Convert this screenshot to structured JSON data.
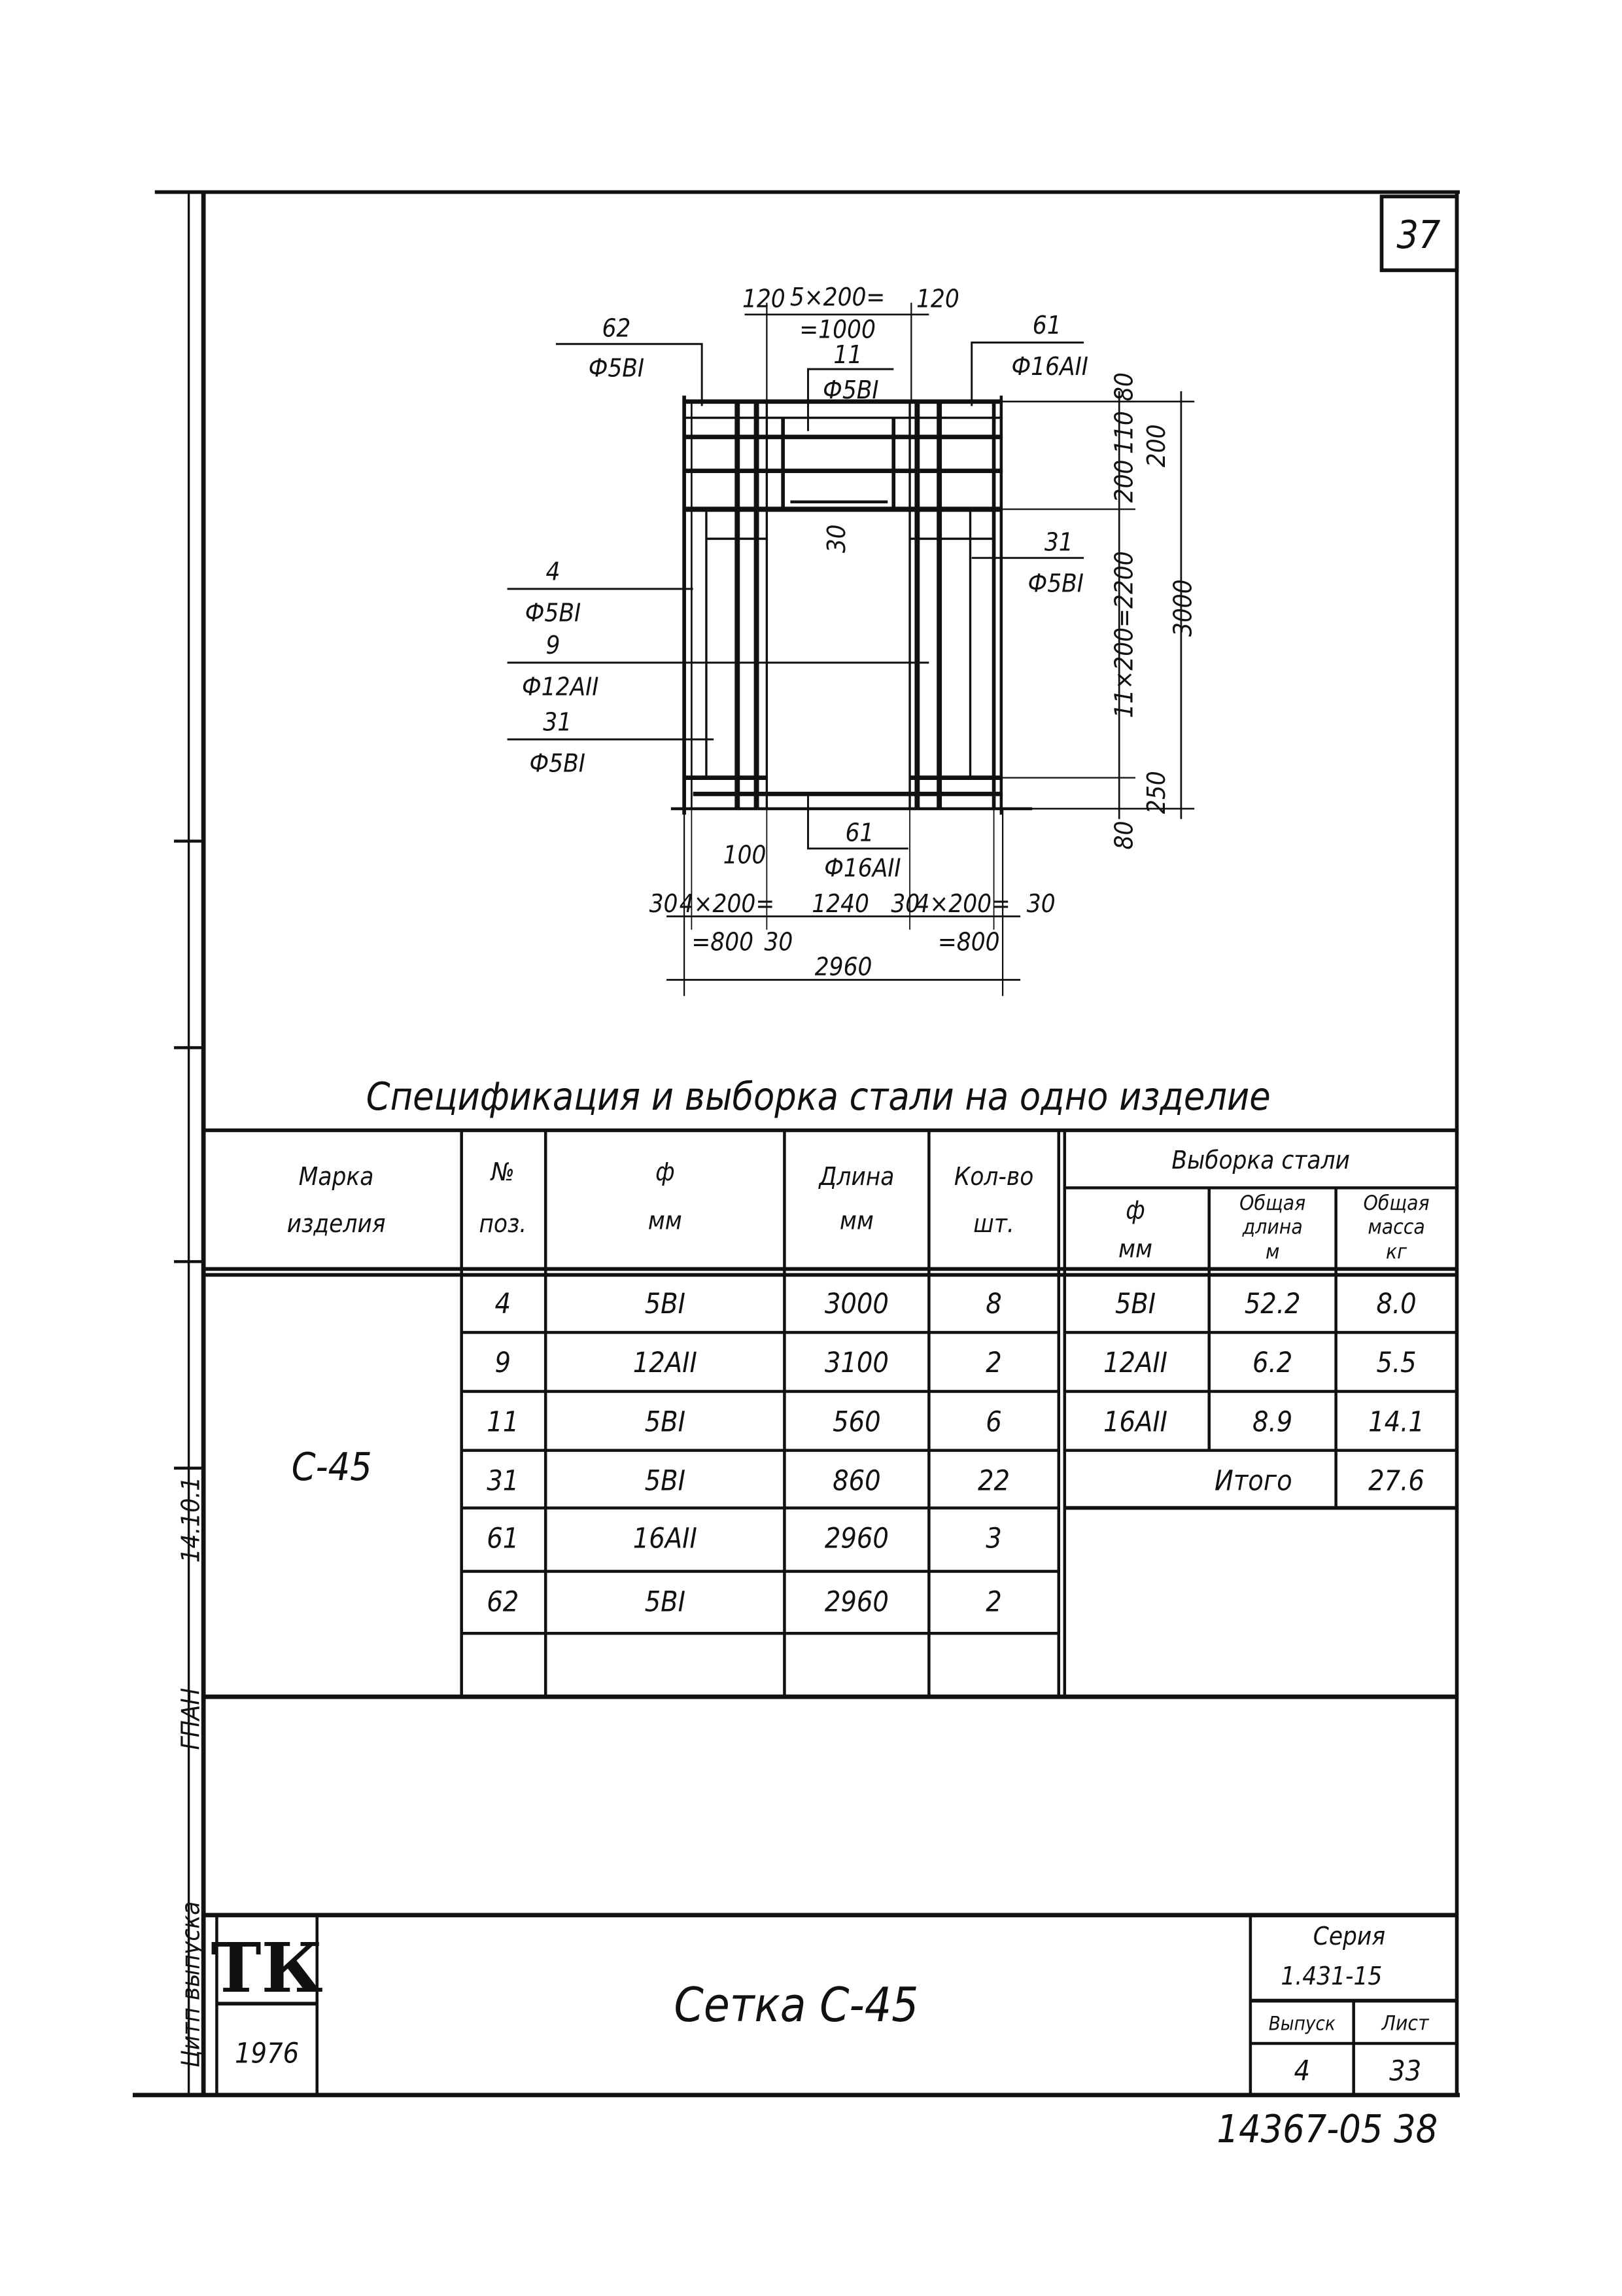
{
  "sheet_number": "37",
  "drawing": {
    "top_dims": {
      "left_edge": "120",
      "middle_a": "5×200=",
      "middle_b": "=1000",
      "right_edge": "120"
    },
    "callouts": [
      {
        "pos": "62",
        "bar": "Ф5ВI"
      },
      {
        "pos": "61",
        "bar": "Ф16АII"
      },
      {
        "pos": "11",
        "bar": "Ф5ВI"
      },
      {
        "pos": "4",
        "bar": "Ф5ВI"
      },
      {
        "pos": "9",
        "bar": "Ф12АII"
      },
      {
        "pos": "31",
        "bar": "Ф5ВI"
      },
      {
        "pos": "31",
        "bar": "Ф5ВI"
      },
      {
        "pos": "61",
        "bar": "Ф16АII"
      }
    ],
    "inner_dim": "30",
    "right_dims": {
      "top": "80",
      "second": "110",
      "third": "200",
      "fourth": "200",
      "middle": "11×200=2200",
      "lower": "250",
      "bottom": "80",
      "overall": "3000"
    },
    "bottom_dims": {
      "offset": "100",
      "left_edge": "30",
      "left_span_a": "4×200=",
      "left_span_b": "=800",
      "left_inner": "30",
      "middle": "1240",
      "right_inner": "30",
      "right_span_a": "4×200=",
      "right_span_b": "=800",
      "right_edge": "30",
      "overall": "2960"
    }
  },
  "spec_title": "Спецификация и выборка стали на одно изделие",
  "table": {
    "headers": {
      "mark": [
        "Марка",
        "изделия"
      ],
      "pos": [
        "№",
        "поз."
      ],
      "diameter": [
        "ф",
        "мм"
      ],
      "length": [
        "Длина",
        "мм"
      ],
      "qty": [
        "Кол-во",
        "шт."
      ],
      "steel": "Выборка стали",
      "steel_diameter": [
        "ф",
        "мм"
      ],
      "total_length": [
        "Общая",
        "длина",
        "м"
      ],
      "total_mass": [
        "Общая",
        "масса",
        "кг"
      ]
    },
    "mark": "С-45",
    "rows": [
      {
        "pos": "4",
        "diameter": "5ВI",
        "length": "3000",
        "qty": "8"
      },
      {
        "pos": "9",
        "diameter": "12АII",
        "length": "3100",
        "qty": "2"
      },
      {
        "pos": "11",
        "diameter": "5ВI",
        "length": "560",
        "qty": "6"
      },
      {
        "pos": "31",
        "diameter": "5ВI",
        "length": "860",
        "qty": "22"
      },
      {
        "pos": "61",
        "diameter": "16АII",
        "length": "2960",
        "qty": "3"
      },
      {
        "pos": "62",
        "diameter": "5ВI",
        "length": "2960",
        "qty": "2"
      }
    ],
    "steel_rows": [
      {
        "diameter": "5ВI",
        "length": "52.2",
        "mass": "8.0"
      },
      {
        "diameter": "12АII",
        "length": "6.2",
        "mass": "5.5"
      },
      {
        "diameter": "16АII",
        "length": "8.9",
        "mass": "14.1"
      }
    ],
    "total_label": "Итого",
    "total_mass": "27.6"
  },
  "title_block": {
    "logo": "ТК",
    "year": "1976",
    "title": "Сетка С-45",
    "series_label": "Серия",
    "series": "1.431-15",
    "issue_label": "Выпуск",
    "sheet_label": "Лист",
    "issue": "4",
    "sheet": "33"
  },
  "margin": {
    "stamp_a": "14.10.1",
    "stamp_b": "ГПАН",
    "stamp_c": "Цитп выпуска"
  },
  "footer_code": "14367-05 38"
}
